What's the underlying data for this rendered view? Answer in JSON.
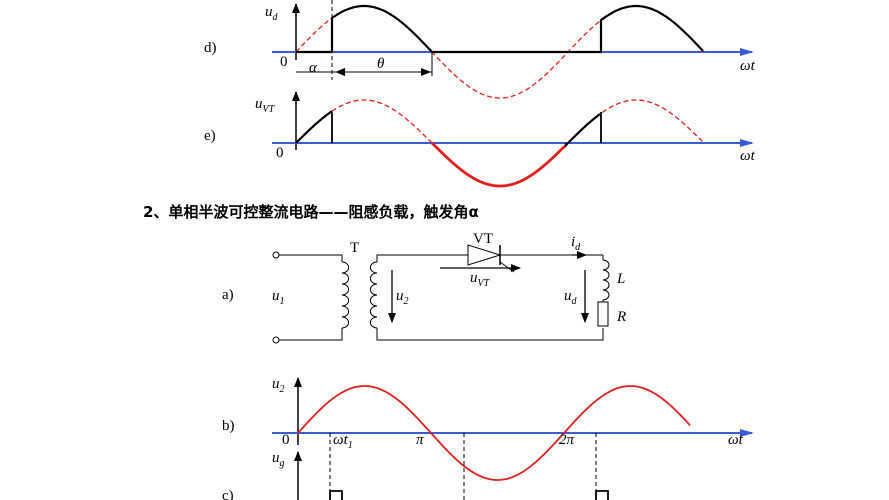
{
  "heading": "2、单相半波可控整流电路——阻感负载，触发角α",
  "top_panels": {
    "d": {
      "tag": "d)",
      "ylabel": "u",
      "ysub": "d",
      "origin": "0",
      "alpha": "α",
      "theta": "θ",
      "xlabel": "ωt"
    },
    "e": {
      "tag": "e)",
      "ylabel": "u",
      "ysub": "VT",
      "origin": "0",
      "xlabel": "ωt"
    }
  },
  "circuit": {
    "tag": "a)",
    "transformer": "T",
    "u1": "u",
    "u1_sub": "1",
    "u2": "u",
    "u2_sub": "2",
    "thyristor": "VT",
    "uvt": "u",
    "uvt_sub": "VT",
    "id": "i",
    "id_sub": "d",
    "ud": "u",
    "ud_sub": "d",
    "L": "L",
    "R": "R"
  },
  "bottom_panels": {
    "b": {
      "tag": "b)",
      "ylabel": "u",
      "ysub": "2",
      "origin": "0",
      "t1": "ωt",
      "t1_sub": "1",
      "pi": "π",
      "two_pi": "2π",
      "xlabel": "ωt"
    },
    "c": {
      "tag": "c)",
      "ylabel": "u",
      "ysub": "g"
    }
  },
  "colors": {
    "axis": "#3a5bd6",
    "wave": "#e02020",
    "trace": "#000000"
  }
}
